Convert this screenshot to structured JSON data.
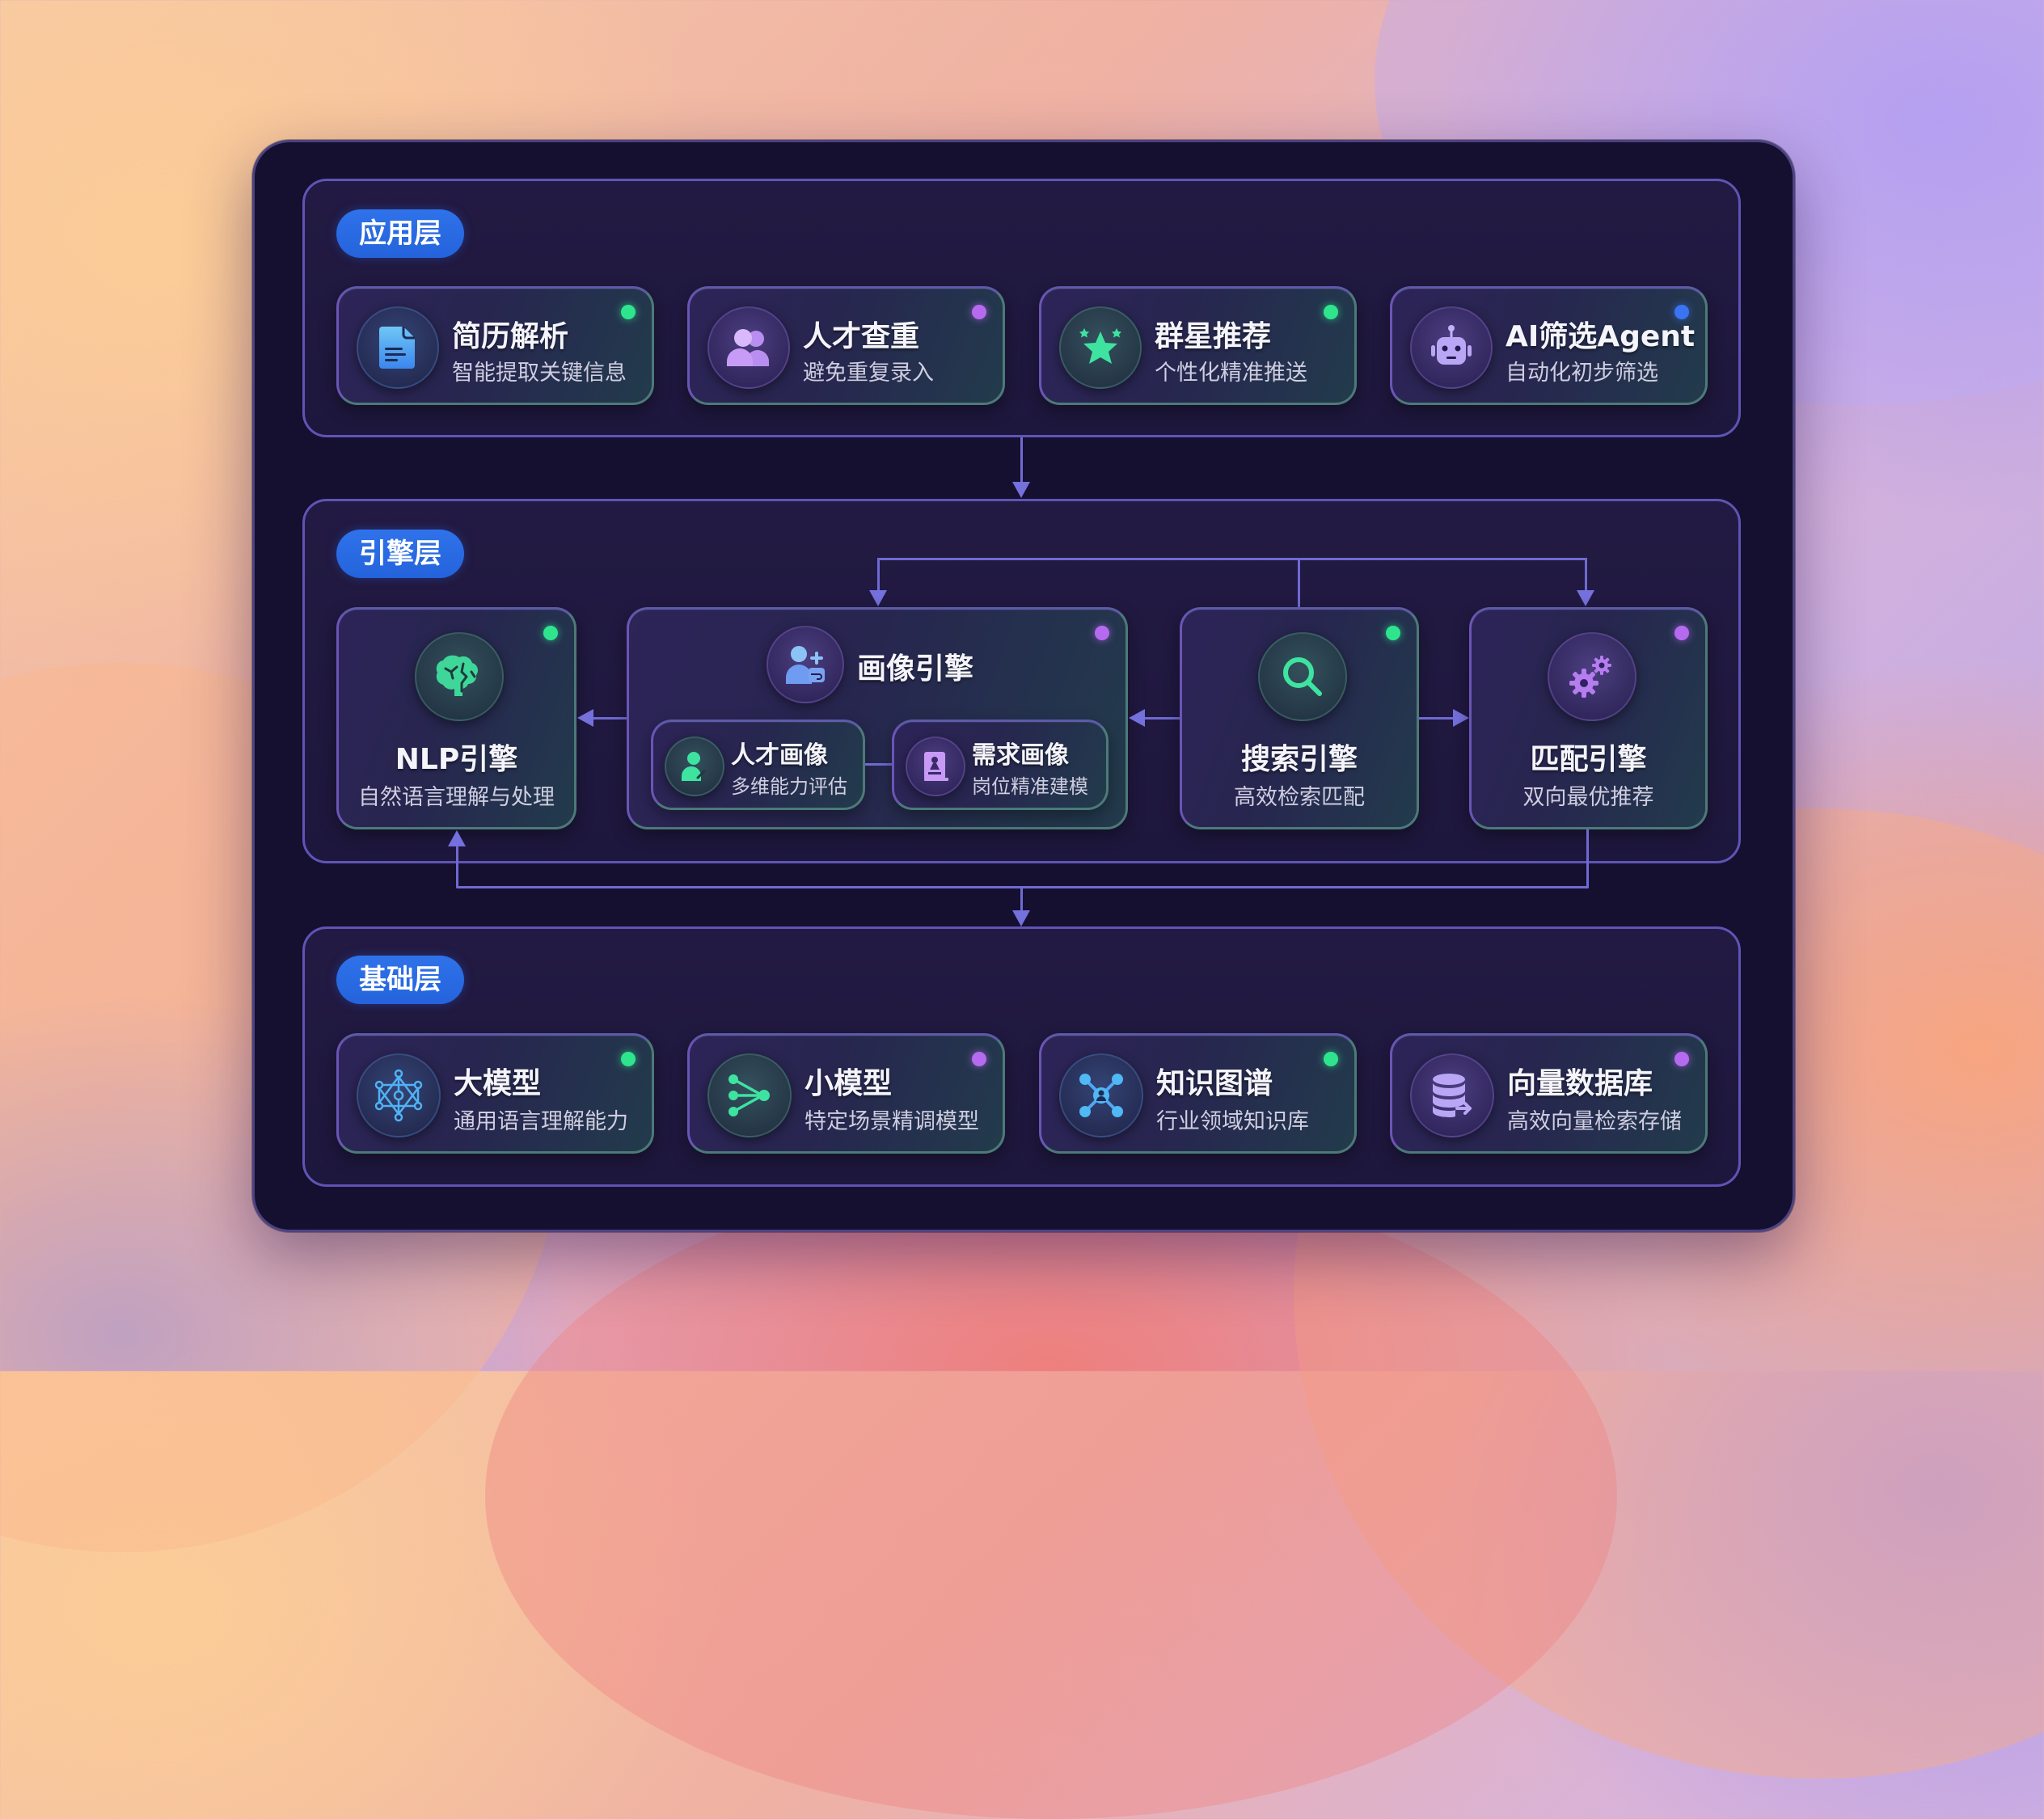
{
  "layers": {
    "application": {
      "badge": "应用层",
      "cards": [
        {
          "title": "简历解析",
          "subtitle": "智能提取关键信息",
          "icon": "document-icon",
          "status_color": "#2ee58e"
        },
        {
          "title": "人才查重",
          "subtitle": "避免重复录入",
          "icon": "users-icon",
          "status_color": "#b56af0"
        },
        {
          "title": "群星推荐",
          "subtitle": "个性化精准推送",
          "icon": "stars-icon",
          "status_color": "#2ee58e"
        },
        {
          "title": "AI筛选Agent",
          "subtitle": "自动化初步筛选",
          "icon": "robot-icon",
          "status_color": "#3b74f2"
        }
      ]
    },
    "engine": {
      "badge": "引擎层",
      "nlp": {
        "title": "NLP引擎",
        "subtitle": "自然语言理解与处理",
        "icon": "brain-icon",
        "status_color": "#2ee58e"
      },
      "profile": {
        "title": "画像引擎",
        "icon": "user-add-icon",
        "status_color": "#b56af0",
        "children": [
          {
            "title": "人才画像",
            "subtitle": "多维能力评估",
            "icon": "user-edit-icon"
          },
          {
            "title": "需求画像",
            "subtitle": "岗位精准建模",
            "icon": "profile-book-icon"
          }
        ]
      },
      "search": {
        "title": "搜索引擎",
        "subtitle": "高效检索匹配",
        "icon": "search-icon",
        "status_color": "#2ee58e"
      },
      "match": {
        "title": "匹配引擎",
        "subtitle": "双向最优推荐",
        "icon": "gears-icon",
        "status_color": "#b56af0"
      }
    },
    "foundation": {
      "badge": "基础层",
      "cards": [
        {
          "title": "大模型",
          "subtitle": "通用语言理解能力",
          "icon": "neural-network-icon",
          "status_color": "#2ee58e"
        },
        {
          "title": "小模型",
          "subtitle": "特定场景精调模型",
          "icon": "branch-icon",
          "status_color": "#b56af0"
        },
        {
          "title": "知识图谱",
          "subtitle": "行业领域知识库",
          "icon": "knowledge-graph-icon",
          "status_color": "#2ee58e"
        },
        {
          "title": "向量数据库",
          "subtitle": "高效向量检索存储",
          "icon": "database-icon",
          "status_color": "#b56af0"
        }
      ]
    }
  },
  "colors": {
    "badge": "#2a6be6",
    "connector": "#6f6ad2",
    "panel": "#150f30",
    "green": "#2ee58e",
    "purple": "#b56af0",
    "blue": "#3b74f2"
  }
}
